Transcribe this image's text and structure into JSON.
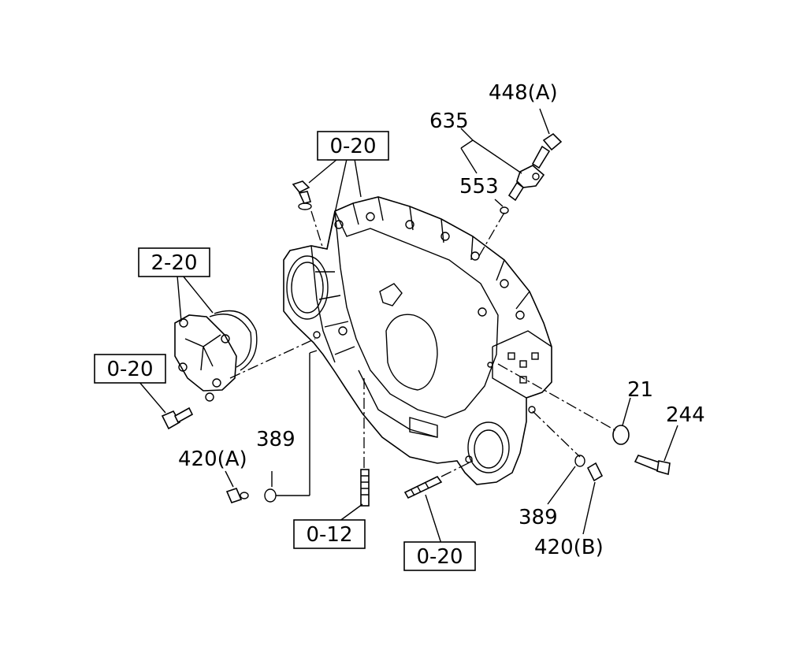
{
  "callouts": [
    {
      "id": "c448a",
      "text": "448(A)"
    },
    {
      "id": "c635",
      "text": "635"
    },
    {
      "id": "c553",
      "text": "553"
    },
    {
      "id": "c21",
      "text": "21"
    },
    {
      "id": "c244",
      "text": "244"
    },
    {
      "id": "c389r",
      "text": "389"
    },
    {
      "id": "c420b",
      "text": "420(B)"
    },
    {
      "id": "c389l",
      "text": "389"
    },
    {
      "id": "c420a",
      "text": "420(A)"
    }
  ],
  "refs": [
    {
      "id": "r020top",
      "text": "0-20"
    },
    {
      "id": "r220",
      "text": "2-20"
    },
    {
      "id": "r020left",
      "text": "0-20"
    },
    {
      "id": "r012",
      "text": "0-12"
    },
    {
      "id": "r020bottom",
      "text": "0-20"
    }
  ]
}
